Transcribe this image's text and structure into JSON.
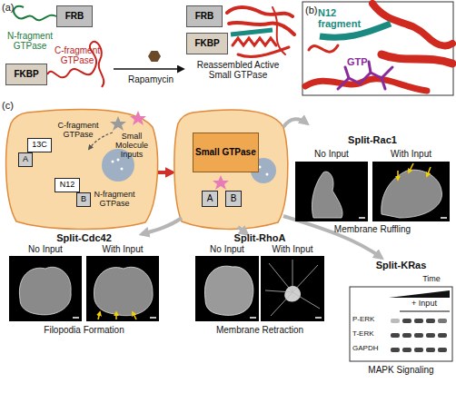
{
  "diagram": {
    "nodes": [
      {
        "text": [
          "FRB"
        ]
      },
      {
        "text": [
          "FKBP"
        ]
      },
      {
        "text": [
          "FRB"
        ]
      },
      {
        "text": [
          "FKBP"
        ]
      },
      {
        "text": [
          "13C"
        ]
      },
      {
        "text": [
          "A"
        ]
      },
      {
        "text": [
          "N12"
        ]
      },
      {
        "text": [
          "B"
        ]
      },
      {
        "text": [
          "Small GTPase"
        ]
      },
      {
        "text": [
          "A"
        ]
      },
      {
        "text": [
          "B"
        ]
      }
    ],
    "labels": [
      "(a)",
      "N-fragment GTPase",
      "C-fragment GTPase",
      "Rapamycin",
      "Reassembled Active Small GTPase",
      "(b)",
      "N12 fragment",
      "GTP",
      "(c)",
      "C-fragment GTPase",
      "Small Molecule Inputs",
      "N-fragment GTPase",
      "Split-Rac1",
      "No Input",
      "With Input",
      "Membrane Ruffling",
      "Split-Cdc42",
      "No Input",
      "With Input",
      "Filopodia Formation",
      "Split-RhoA",
      "No Input",
      "With Input",
      "Membrane Retraction",
      "Split-KRas",
      "Time",
      "+ Input",
      "P-ERK",
      "T-ERK",
      "GAPDH",
      "MAPK Signaling"
    ]
  }
}
